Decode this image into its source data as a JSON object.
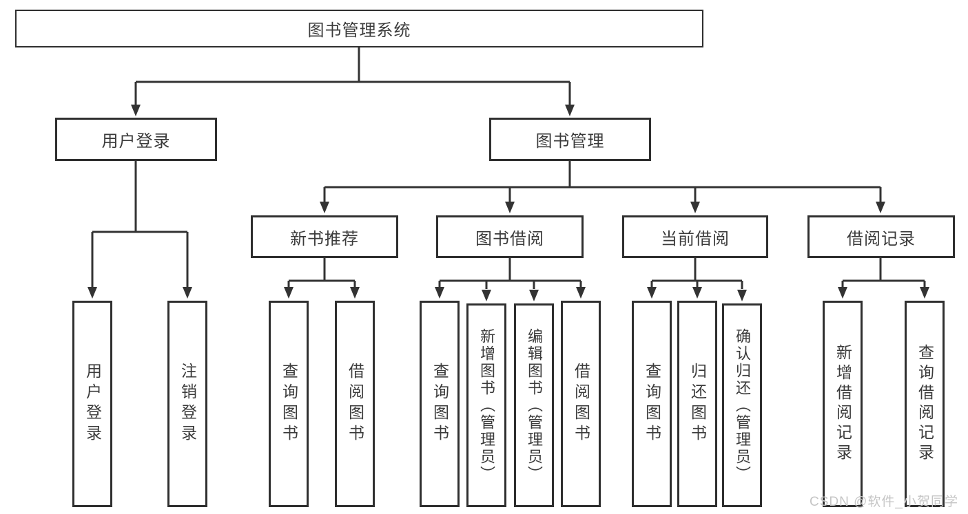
{
  "diagram": {
    "title": "图书管理系统",
    "root": {
      "label": "图书管理系统"
    },
    "level2": [
      {
        "label": "用户登录"
      },
      {
        "label": "图书管理"
      }
    ],
    "level3": [
      {
        "label": "新书推荐",
        "parent": "图书管理"
      },
      {
        "label": "图书借阅",
        "parent": "图书管理"
      },
      {
        "label": "当前借阅",
        "parent": "图书管理"
      },
      {
        "label": "借阅记录",
        "parent": "图书管理"
      }
    ],
    "leaves": [
      {
        "label": "用户登录",
        "parent": "用户登录"
      },
      {
        "label": "注销登录",
        "parent": "用户登录"
      },
      {
        "label": "查询图书",
        "parent": "新书推荐"
      },
      {
        "label": "借阅图书",
        "parent": "新书推荐"
      },
      {
        "label": "查询图书",
        "parent": "图书借阅"
      },
      {
        "label": "新增图书（管理员）",
        "parent": "图书借阅"
      },
      {
        "label": "编辑图书（管理员）",
        "parent": "图书借阅"
      },
      {
        "label": "借阅图书",
        "parent": "图书借阅"
      },
      {
        "label": "查询图书",
        "parent": "当前借阅"
      },
      {
        "label": "归还图书",
        "parent": "当前借阅"
      },
      {
        "label": "确认归还（管理员）",
        "parent": "当前借阅"
      },
      {
        "label": "新增借阅记录",
        "parent": "借阅记录"
      },
      {
        "label": "查询借阅记录",
        "parent": "借阅记录"
      }
    ],
    "colors": {
      "line": "#333333",
      "box_border": "#2f2f2f",
      "text": "#3b3b3b",
      "background": "#ffffff"
    }
  },
  "watermark": {
    "text": "CSDN @软件_小贺同学",
    "color": "#c5c5c5"
  }
}
